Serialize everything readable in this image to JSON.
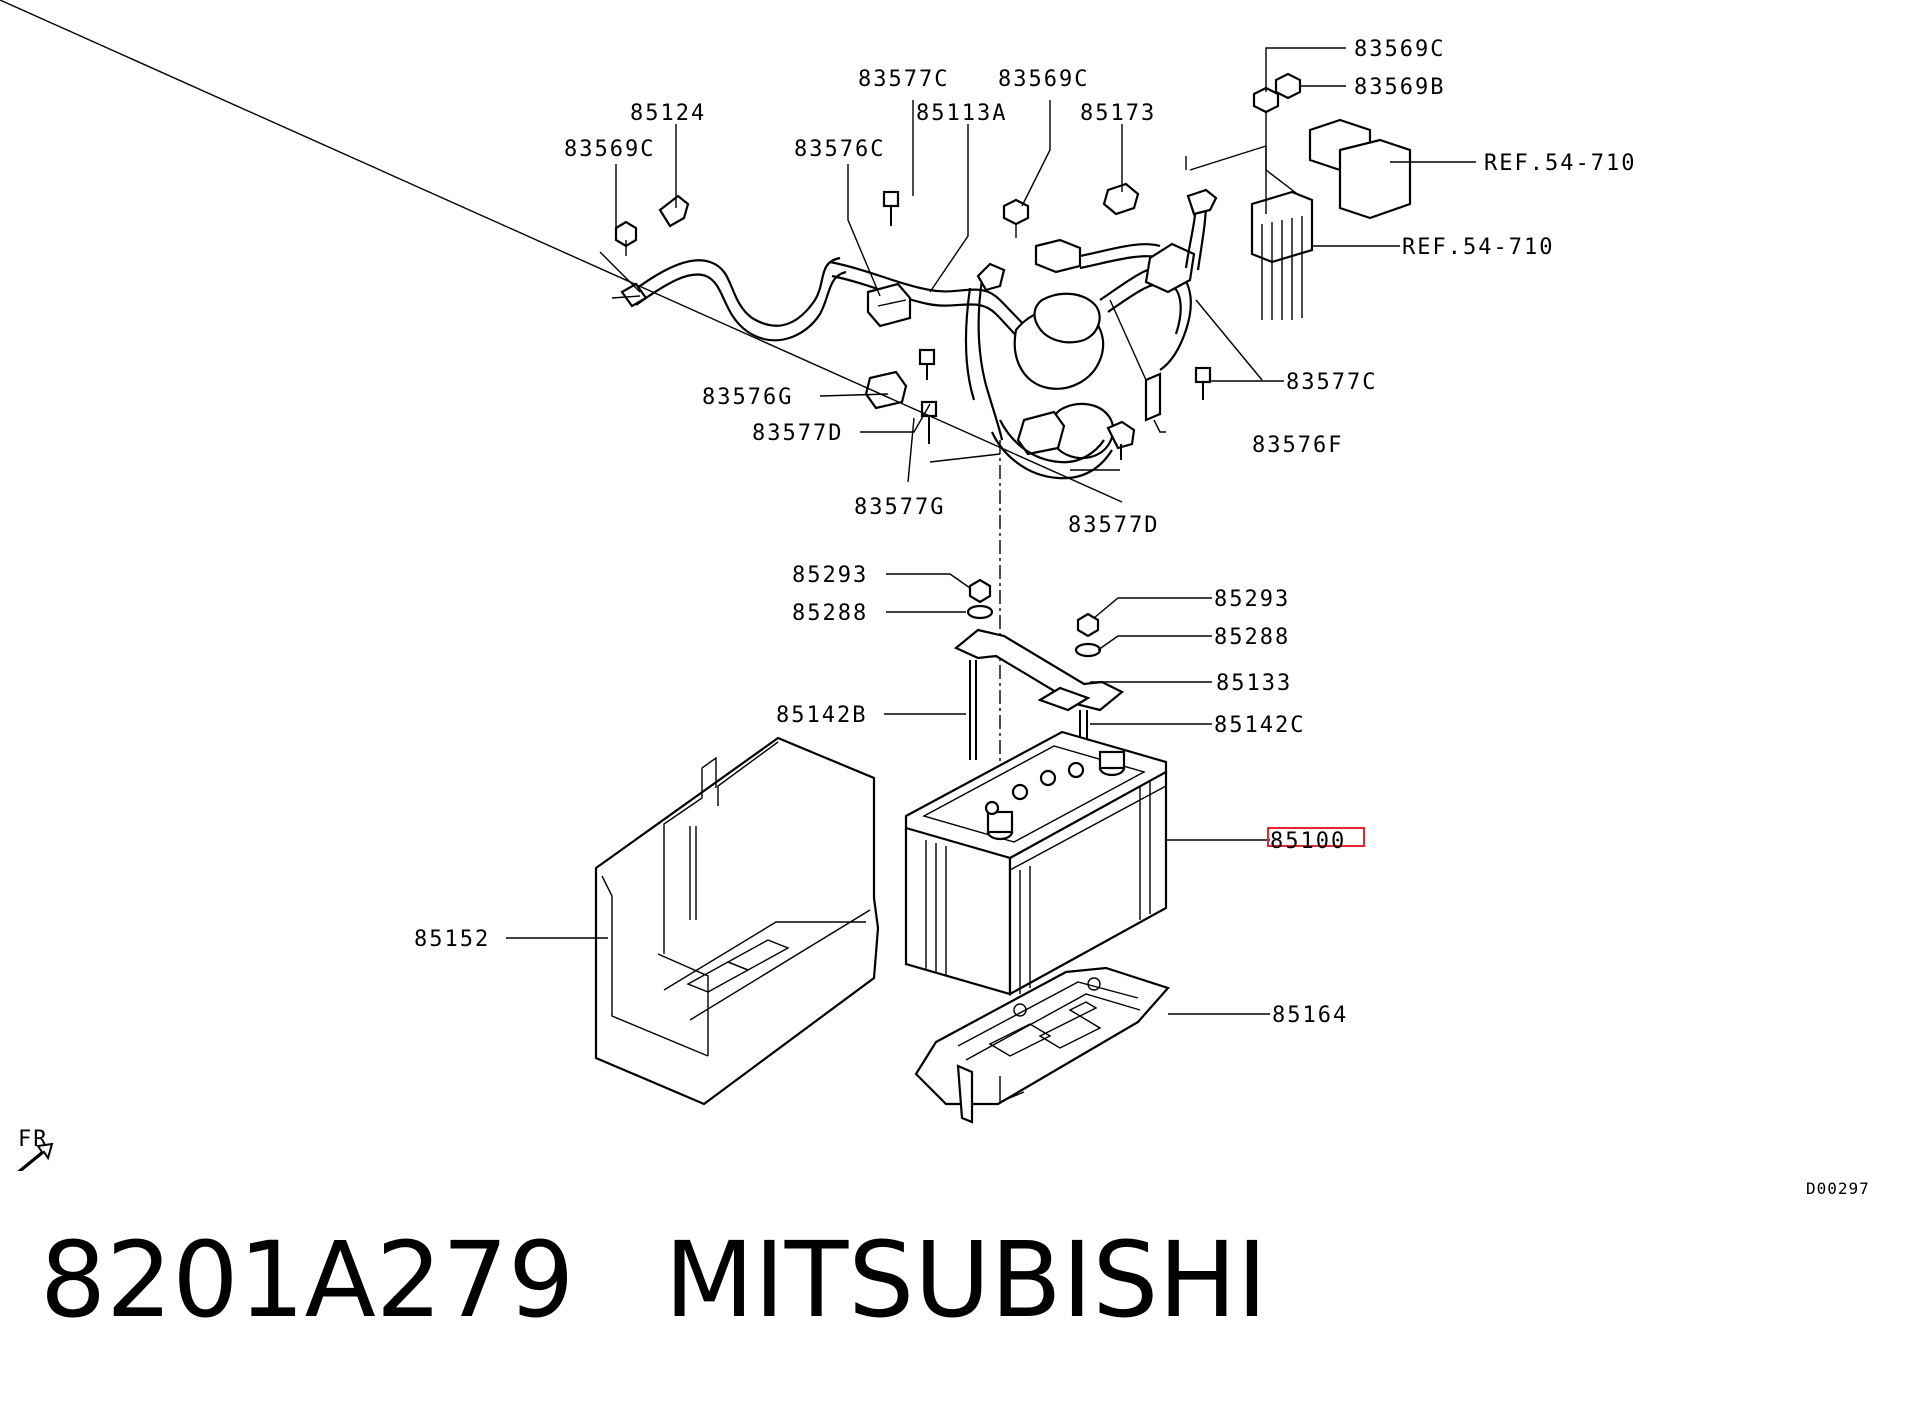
{
  "diagram": {
    "labels": {
      "l_83569C_tr": "83569C",
      "l_83569B": "83569B",
      "l_83577C_top": "83577C",
      "l_83569C_top": "83569C",
      "l_85124": "85124",
      "l_85113A": "85113A",
      "l_85173": "85173",
      "l_83569C_left": "83569C",
      "l_83576C": "83576C",
      "l_ref1": "REF.54-710",
      "l_ref2": "REF.54-710",
      "l_83577C_right": "83577C",
      "l_83576G": "83576G",
      "l_83577D_left": "83577D",
      "l_83576F": "83576F",
      "l_83577G": "83577G",
      "l_83577D_bottom": "83577D",
      "l_85293_left": "85293",
      "l_85288_left": "85288",
      "l_85293_right": "85293",
      "l_85288_right": "85288",
      "l_85133": "85133",
      "l_85142B": "85142B",
      "l_85142C": "85142C",
      "l_85100": "85100",
      "l_85152": "85152",
      "l_85164": "85164",
      "l_fr": "FR",
      "l_code": "D00297"
    },
    "highlight_color": "#e8242c"
  },
  "caption": {
    "part_number": "8201A279",
    "brand": "MITSUBISHI"
  }
}
